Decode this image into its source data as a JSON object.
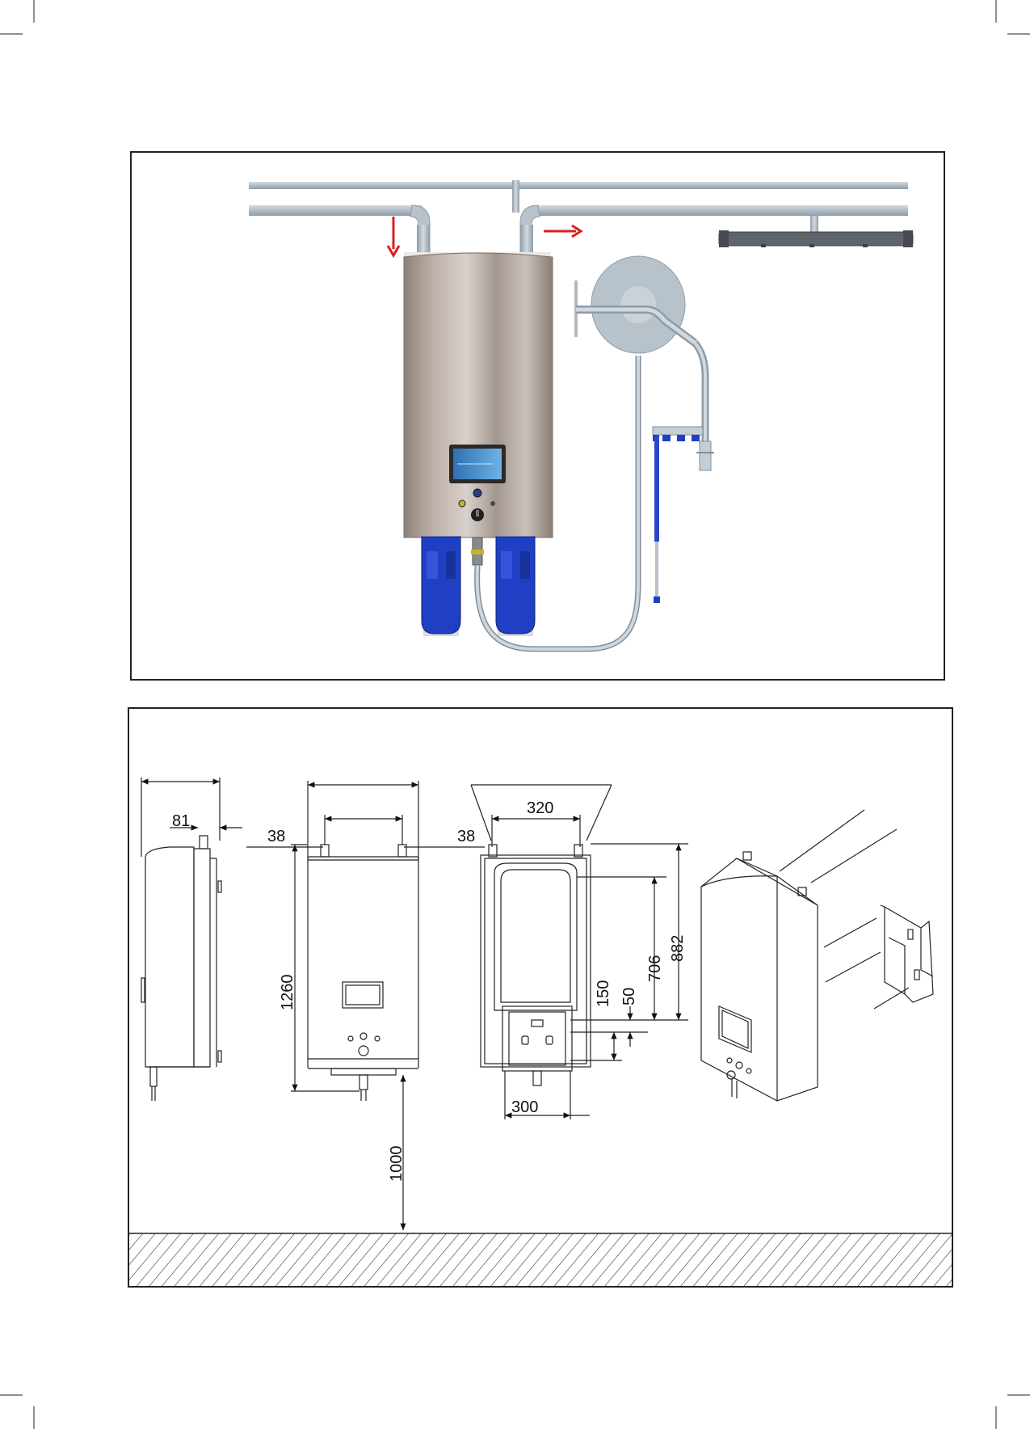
{
  "colors": {
    "pipe": "#a9b6c1",
    "pipe_edge": "#7f8e9a",
    "arrow": "#d81f1f",
    "cabinet": "#a89c92",
    "filter_blue": "#1f3fc4",
    "screen": "#3a83c9",
    "drawing_line": "#222222"
  },
  "icons": {
    "flow_arrow": "red-arrow-icon"
  },
  "dimensions": {
    "side_depth_offset": "81",
    "left_pipe_offset": "38",
    "right_pipe_offset": "38",
    "pipe_spacing": "320",
    "height_total": "1260",
    "height_bracket": "882",
    "height_upper": "706",
    "bracket_150": "150",
    "bracket_50": "50",
    "bracket_width": "300",
    "floor_clearance": "1000"
  }
}
